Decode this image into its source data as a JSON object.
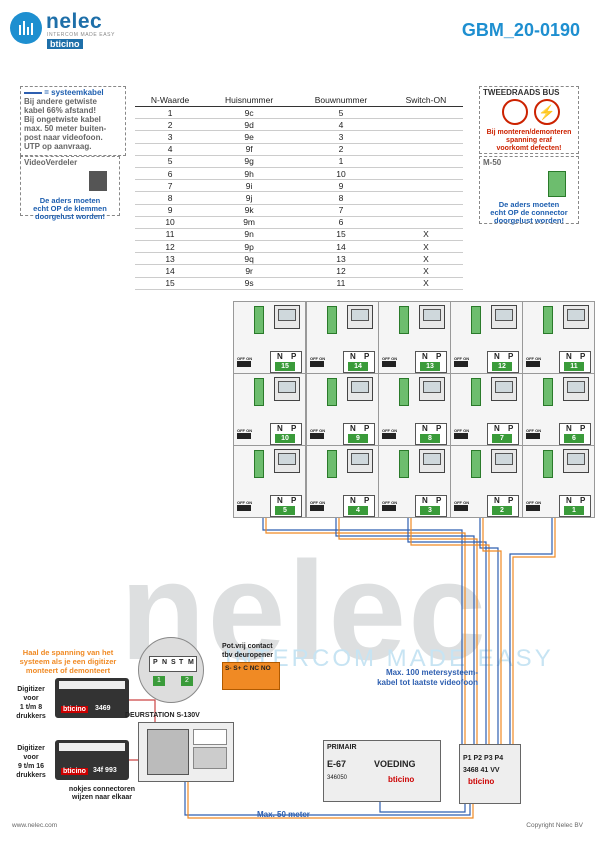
{
  "header": {
    "brand": "nelec",
    "brand_tagline": "INTERCOM MADE EASY",
    "brand_sub": "bticino",
    "doc_code": "GBM_20-0190"
  },
  "notes": {
    "cable_legend": "= systeemkabel",
    "cable_text": [
      "Bij andere getwiste",
      "kabel 66% afstand!",
      "Bij ongetwiste kabel",
      "max. 50 meter buiten-",
      "post naar videofoon.",
      "UTP op aanvraag."
    ],
    "videoverdeler_title": "VideoVerdeler",
    "videoverdeler_warning": [
      "De aders moeten",
      "echt OP de klemmen",
      "doorgelust worden!"
    ],
    "bus_title": "TWEEDRAADS BUS",
    "bus_warning": [
      "Bij monteren/demonteren",
      "spanning eraf",
      "voorkomt defecten!"
    ],
    "m50_title": "M-50",
    "m50_warning": [
      "De aders moeten",
      "echt OP de connector",
      "doorgelust worden!"
    ]
  },
  "table": {
    "headers": [
      "N-Waarde",
      "Huisnummer",
      "Bouwnummer",
      "Switch-ON"
    ],
    "rows": [
      [
        "1",
        "9c",
        "5",
        ""
      ],
      [
        "2",
        "9d",
        "4",
        ""
      ],
      [
        "3",
        "9e",
        "3",
        ""
      ],
      [
        "4",
        "9f",
        "2",
        ""
      ],
      [
        "5",
        "9g",
        "1",
        ""
      ],
      [
        "6",
        "9h",
        "10",
        ""
      ],
      [
        "7",
        "9i",
        "9",
        ""
      ],
      [
        "8",
        "9j",
        "8",
        ""
      ],
      [
        "9",
        "9k",
        "7",
        ""
      ],
      [
        "10",
        "9m",
        "6",
        ""
      ],
      [
        "11",
        "9n",
        "15",
        "X"
      ],
      [
        "12",
        "9p",
        "14",
        "X"
      ],
      [
        "13",
        "9q",
        "13",
        "X"
      ],
      [
        "14",
        "9r",
        "12",
        "X"
      ],
      [
        "15",
        "9s",
        "11",
        "X"
      ]
    ]
  },
  "grid": {
    "np_n": "N",
    "np_p": "P",
    "off_on": "OFF ON",
    "rows": [
      [
        "15",
        "14",
        "13",
        "12",
        "11"
      ],
      [
        "10",
        "9",
        "8",
        "7",
        "6"
      ],
      [
        "5",
        "4",
        "3",
        "2",
        "1"
      ]
    ]
  },
  "watermark": {
    "big": "nelec",
    "sub": "INTERCOM MADE EASY"
  },
  "bottom": {
    "digitizer_note": [
      "Haal de spanning van het",
      "systeem als je een digitizer",
      "monteert of demonteert"
    ],
    "digitizer1": [
      "Digitizer",
      "voor",
      "1 t/m 8",
      "drukkers"
    ],
    "digitizer1_code": "3469",
    "digitizer2": [
      "Digitizer",
      "voor",
      "9 t/m 16",
      "drukkers"
    ],
    "digitizer2_code": "34f 993",
    "pins": [
      "P",
      "N",
      "S",
      "T",
      "M"
    ],
    "pins_nums": [
      "1",
      "2"
    ],
    "deurstation": "DEURSTATION S-130V",
    "pot_contact": [
      "Pot.vrij contact",
      "tbv deuropener"
    ],
    "relay_labels": "S- S+ C NC NO",
    "nokjes": [
      "nokjes connectoren",
      "wijzen naar elkaar"
    ],
    "max50": "Max. 50 meter",
    "max100": [
      "Max. 100 metersysteem-",
      "kabel tot laatste videofoon"
    ],
    "psu_primair": "PRIMAIR",
    "psu_model": "E-67",
    "psu_label": "VOEDING",
    "psu_code": "346050",
    "dist_ports": [
      "P1",
      "P2",
      "P3",
      "P4"
    ],
    "dist_code": "3468 41",
    "dist_vv": "VV",
    "brand_small": "bticino",
    "footer_left": "www.nelec.com",
    "footer_right": "Copyright Nelec BV"
  },
  "colors": {
    "accent": "#1e8fd0",
    "green": "#3a9b3a",
    "orange": "#f08a24",
    "warning_red": "#cc2200"
  }
}
